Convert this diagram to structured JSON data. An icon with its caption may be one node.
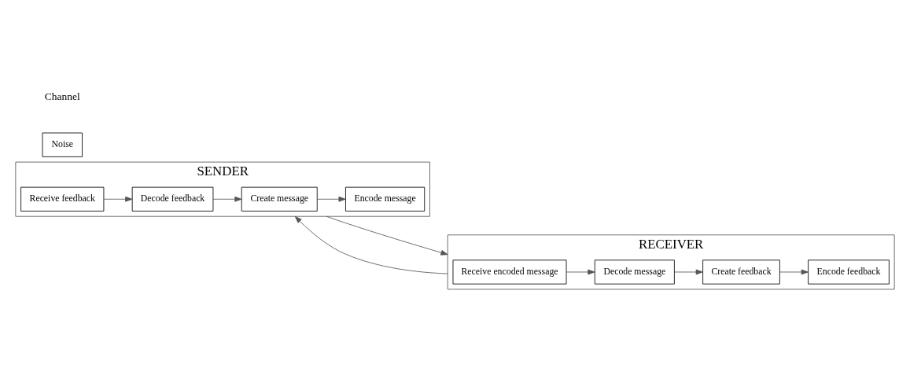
{
  "diagram": {
    "nodes": [
      {
        "text": [
          "SENDER"
        ]
      },
      {
        "text": [
          "Create message"
        ],
        "in": 0
      },
      {
        "text": [
          "Encode message"
        ],
        "in": 0
      },
      {
        "text": [
          "Decode feedback"
        ],
        "in": 0
      },
      {
        "text": [
          "Receive feedback"
        ],
        "in": 0
      },
      {
        "text": [
          "RECEIVER"
        ]
      },
      {
        "text": [
          "Receive encoded message"
        ],
        "in": 5
      },
      {
        "text": [
          "Decode message"
        ],
        "in": 5
      },
      {
        "text": [
          "Encode feedback"
        ],
        "in": 5
      },
      {
        "text": [
          "Create feedback"
        ],
        "in": 5
      },
      {
        "text": [
          "Noise"
        ]
      }
    ],
    "edges": [
      {
        "from": 1,
        "to": 2,
        "arrow": "to"
      },
      {
        "from": 3,
        "to": 1,
        "arrow": "to"
      },
      {
        "from": 4,
        "to": 3,
        "arrow": "to"
      },
      {
        "from": 6,
        "to": 7,
        "arrow": "to"
      },
      {
        "from": 7,
        "to": 9,
        "arrow": "to"
      },
      {
        "from": 9,
        "to": 8,
        "arrow": "to"
      },
      {
        "from": 0,
        "to": 5,
        "arrow": "to"
      },
      {
        "from": 5,
        "to": 0,
        "arrow": "to"
      }
    ],
    "labels": [
      "Channel"
    ]
  }
}
